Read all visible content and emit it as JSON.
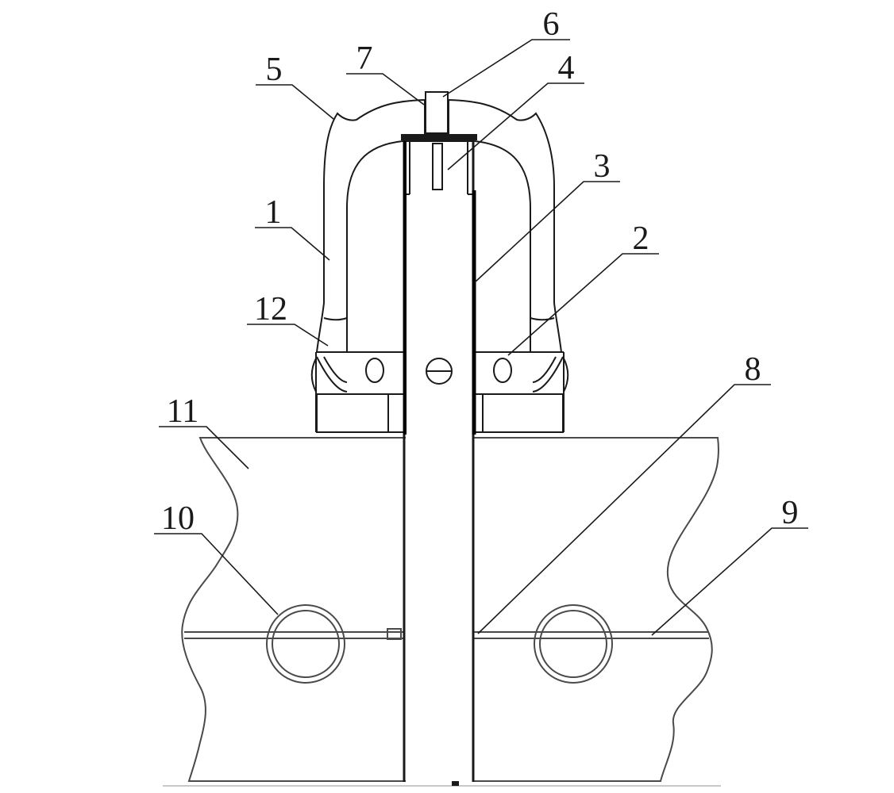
{
  "figure": {
    "callouts": {
      "c1": "1",
      "c2": "2",
      "c3": "3",
      "c4": "4",
      "c5": "5",
      "c6": "6",
      "c7": "7",
      "c8": "8",
      "c9": "9",
      "c10": "10",
      "c11": "11",
      "c12": "12"
    },
    "colors": {
      "line": "#1a1a1a",
      "hatch": "#3a3a3a",
      "ground_mark": "#8a8a8a",
      "secondary": "#4a4a4a"
    }
  }
}
